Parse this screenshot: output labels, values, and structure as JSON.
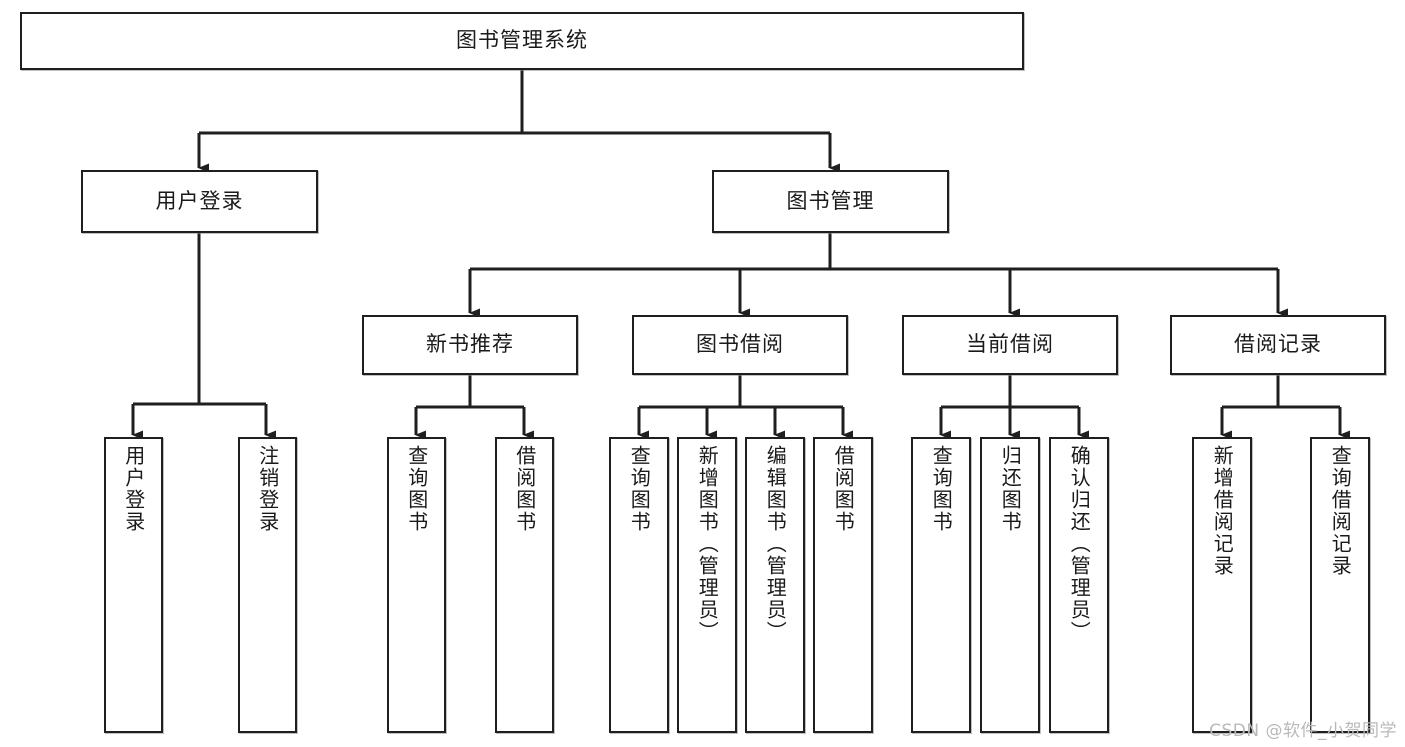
{
  "diagram": {
    "title": "图书管理系统",
    "type": "tree",
    "watermark": "CSDN @软件_小贺同学",
    "colors": {
      "box_border": "#1f1f1f",
      "box_fill": "#ffffff",
      "connector": "#1f1f1f",
      "text": "#1a1a1a",
      "watermark": "#b9b9b9"
    },
    "root": {
      "label": "图书管理系统"
    },
    "level2": [
      {
        "label": "用户登录"
      },
      {
        "label": "图书管理"
      }
    ],
    "level3": [
      {
        "label": "新书推荐"
      },
      {
        "label": "图书借阅"
      },
      {
        "label": "当前借阅"
      },
      {
        "label": "借阅记录"
      }
    ],
    "leaves": {
      "user_login": [
        {
          "label": "用户登录"
        },
        {
          "label": "注销登录"
        }
      ],
      "new_book": [
        {
          "label": "查询图书"
        },
        {
          "label": "借阅图书"
        }
      ],
      "book_borrow": [
        {
          "label": "查询图书"
        },
        {
          "label": "新增图书（管理员）"
        },
        {
          "label": "编辑图书（管理员）"
        },
        {
          "label": "借阅图书"
        }
      ],
      "current_borrow": [
        {
          "label": "查询图书"
        },
        {
          "label": "归还图书"
        },
        {
          "label": "确认归还（管理员）"
        }
      ],
      "borrow_record": [
        {
          "label": "新增借阅记录"
        },
        {
          "label": "查询借阅记录"
        }
      ]
    }
  }
}
